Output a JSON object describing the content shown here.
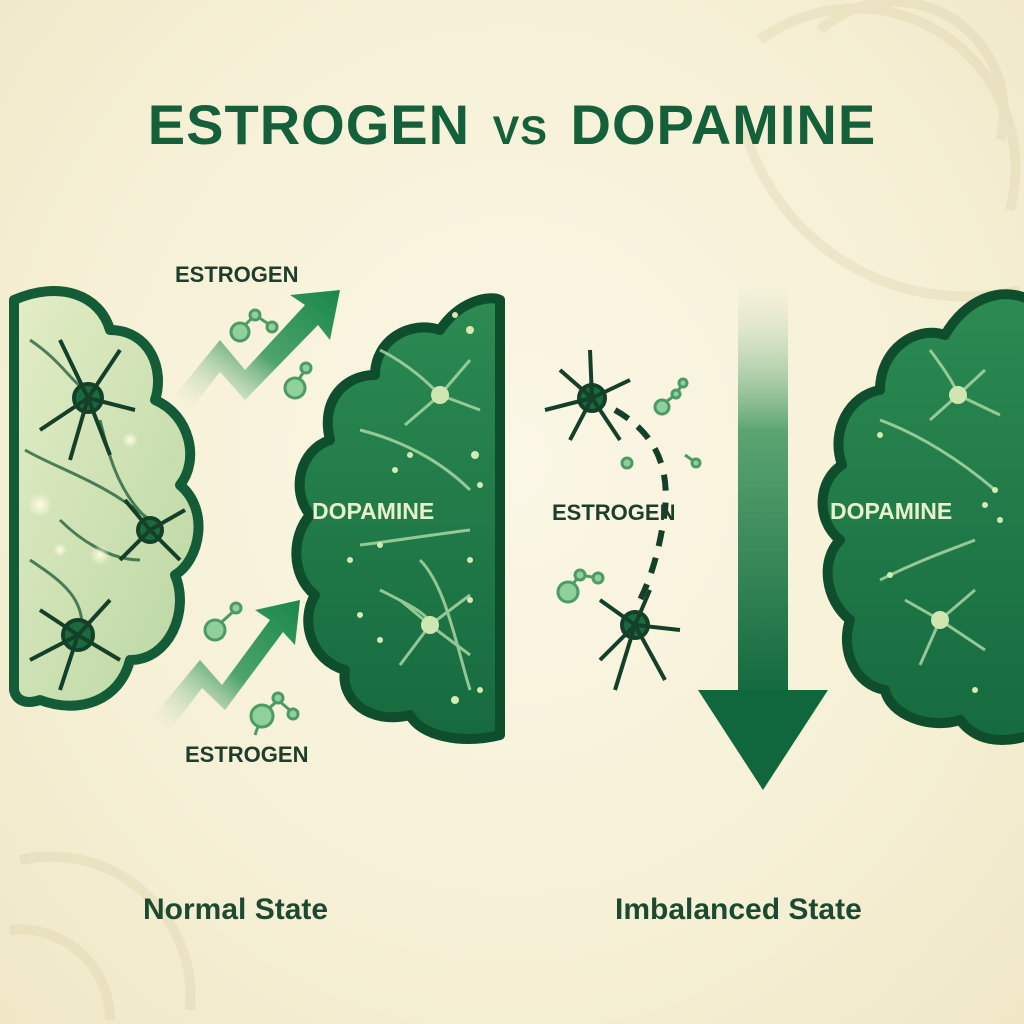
{
  "title": {
    "left": "ESTROGEN",
    "vs": "VS",
    "right": "DOPAMINE"
  },
  "labels": {
    "estrogen_top": "ESTROGEN",
    "estrogen_bottom": "ESTROGEN",
    "dopamine_left": "DOPAMINE",
    "estrogen_middle": "ESTROGEN",
    "dopamine_right": "DOPAMINE",
    "normal_state": "Normal State",
    "imbalanced_state": "Imbalanced State"
  },
  "colors": {
    "dark_green": "#1d6b43",
    "deep_green": "#0f5a34",
    "light_green": "#cfe3b4",
    "accent_green": "#1f8a4e",
    "background": "#f6f0d6"
  },
  "icons": [
    "neuron-icon",
    "molecule-icon",
    "up-arrow-icon",
    "down-arrow-icon",
    "brain-half-icon"
  ]
}
